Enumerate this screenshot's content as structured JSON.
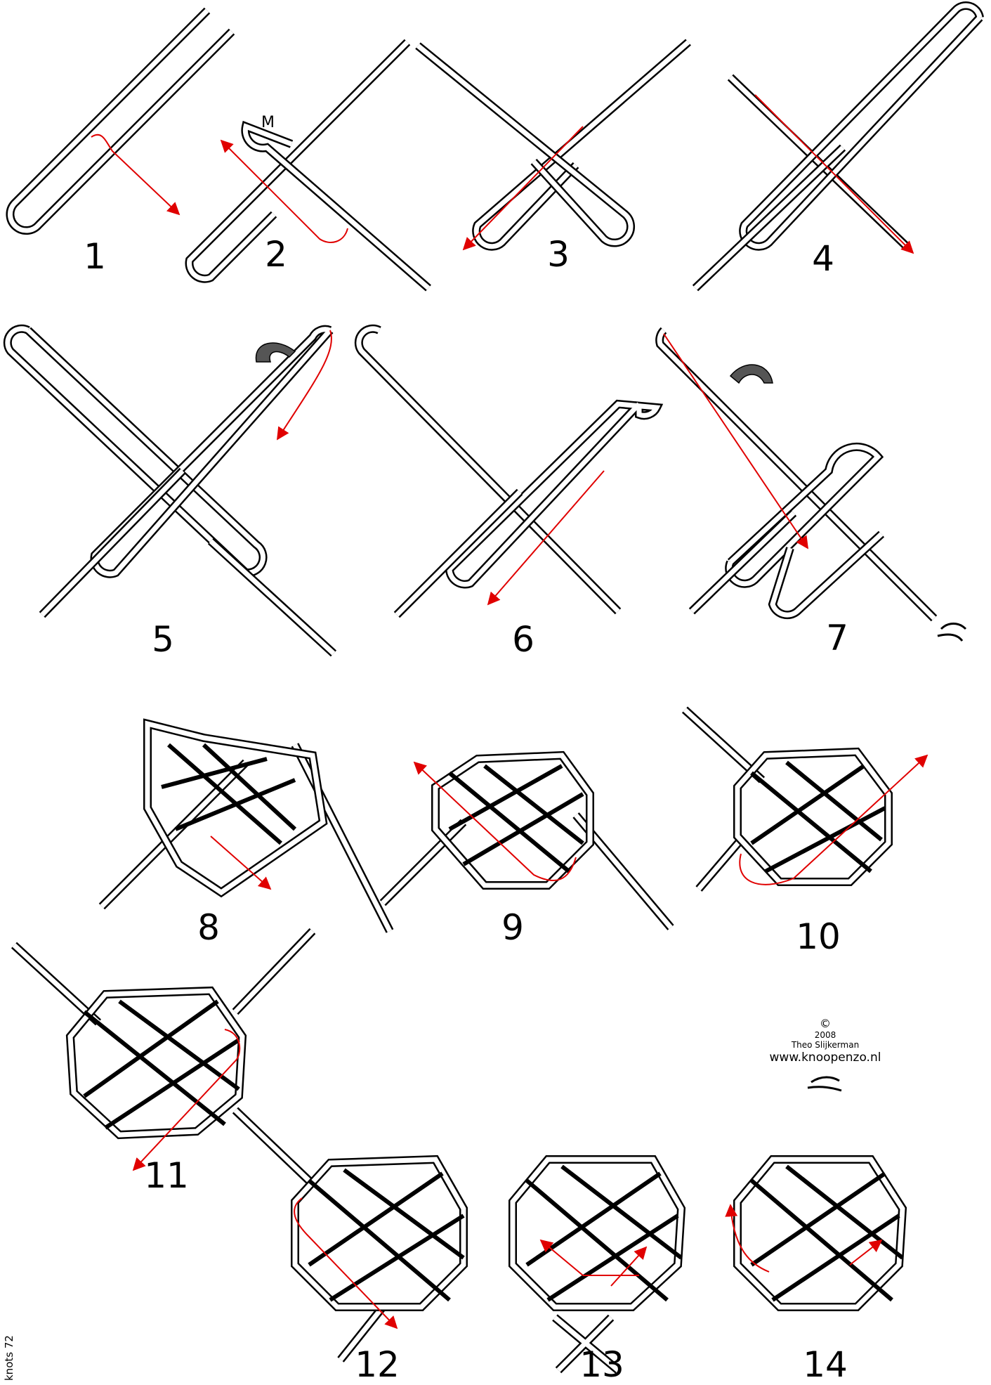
{
  "steps": [
    {
      "label": "1"
    },
    {
      "label": "2"
    },
    {
      "label": "3"
    },
    {
      "label": "4"
    },
    {
      "label": "5"
    },
    {
      "label": "6"
    },
    {
      "label": "7"
    },
    {
      "label": "8"
    },
    {
      "label": "9"
    },
    {
      "label": "10"
    },
    {
      "label": "11"
    },
    {
      "label": "12"
    },
    {
      "label": "13"
    },
    {
      "label": "14"
    }
  ],
  "marker": "M",
  "credit": {
    "symbol": "©",
    "year": "2008",
    "author": "Theo Slijkerman",
    "url": "www.knoopenzo.nl"
  },
  "side_label": "knots 72",
  "colors": {
    "rope": "#000000",
    "arrow": "#e00000",
    "turn_arrow": "#555555"
  },
  "icons": [
    "logo-knot-icon",
    "turn-over-arrow-icon"
  ]
}
